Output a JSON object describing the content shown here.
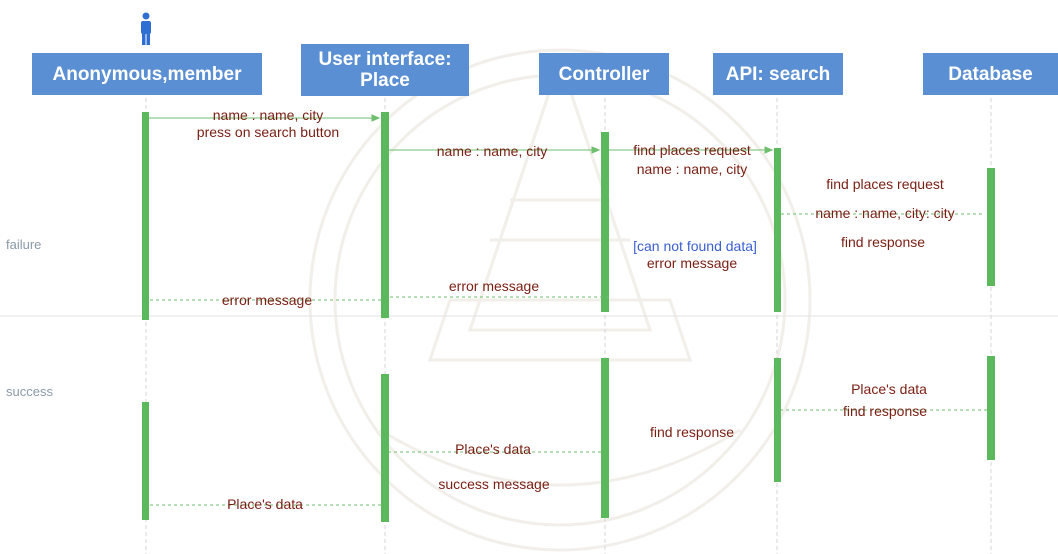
{
  "lifelines": [
    {
      "id": "actor",
      "name": "Anonymous,member"
    },
    {
      "id": "ui",
      "name_line1": "User interface:",
      "name_line2": "Place"
    },
    {
      "id": "controller",
      "name": "Controller"
    },
    {
      "id": "api",
      "name": "API: search"
    },
    {
      "id": "db",
      "name": "Database"
    }
  ],
  "fragments": {
    "failure": "failure",
    "success": "success"
  },
  "messages": {
    "m1_line1": "name : name, city",
    "m1_line2": "press on search button",
    "m2": "name : name, city",
    "m3_line1": "find places request",
    "m3_line2": "name : name, city",
    "m4": "find places request",
    "m5": "name : name, city: city",
    "m6": "find response",
    "guard": "[can not found data]",
    "m7": "error message",
    "m8": "error message",
    "m9": "error message",
    "m10": "Place's data",
    "m11": "find response",
    "m12": "find response",
    "m13": "Place's data",
    "m14": "success message",
    "m15": "Place's data"
  },
  "colors": {
    "header": "#5b8fd4",
    "activation": "#5cb85c",
    "label": "#7a1e12",
    "guard": "#3a5fd0",
    "actor_icon": "#2e6fd1"
  }
}
